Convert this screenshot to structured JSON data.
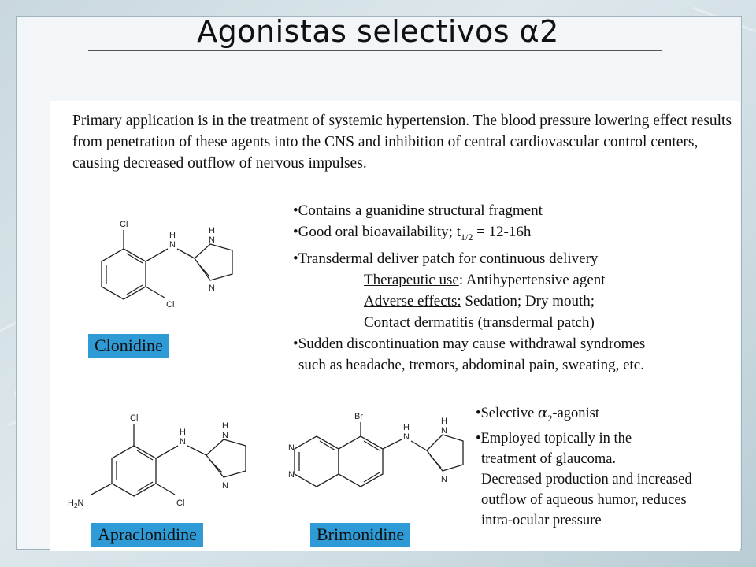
{
  "slide": {
    "title": "Agonistas selectivos α2"
  },
  "intro": {
    "text": "Primary application is in the treatment of systemic hypertension.  The blood pressure lowering effect results from penetration of these agents into the CNS and inhibition of central cardiovascular control centers, causing decreased outflow of nervous impulses."
  },
  "clonidine": {
    "label": "Clonidine",
    "bullet1": "•Contains a guanidine structural fragment",
    "bullet2_prefix": "•Good oral bioavailability; t",
    "bullet2_sub": "1/2",
    "bullet2_suffix": " = 12-16h",
    "bullet3": "•Transdermal deliver patch for continuous delivery",
    "therapeutic_label": "Therapeutic use",
    "therapeutic_value": ":  Antihypertensive agent",
    "adverse_label": "Adverse effects:",
    "adverse_value": "  Sedation; Dry mouth;",
    "adverse_cont": "Contact dermatitis (transdermal patch)",
    "bullet4": "•Sudden discontinuation may cause withdrawal syndromes",
    "bullet4_cont": "such as headache, tremors, abdominal pain, sweating, etc."
  },
  "selective": {
    "bullet1_prefix": "•Selective ",
    "bullet1_alpha": "α",
    "bullet1_sub": "2",
    "bullet1_suffix": "-agonist",
    "bullet2": "•Employed topically in the",
    "bullet2_cont": "treatment of glaucoma.",
    "line3": "Decreased production and increased",
    "line4": "outflow of aqueous humor, reduces",
    "line5": "intra-ocular pressure"
  },
  "apraclonidine": {
    "label": "Apraclonidine"
  },
  "brimonidine": {
    "label": "Brimonidine"
  },
  "atoms": {
    "cl": "Cl",
    "br": "Br",
    "n": "N",
    "h": "H",
    "nh_h": "H",
    "h2n": "H",
    "h2n_sub": "2",
    "h2n_n": "N"
  }
}
